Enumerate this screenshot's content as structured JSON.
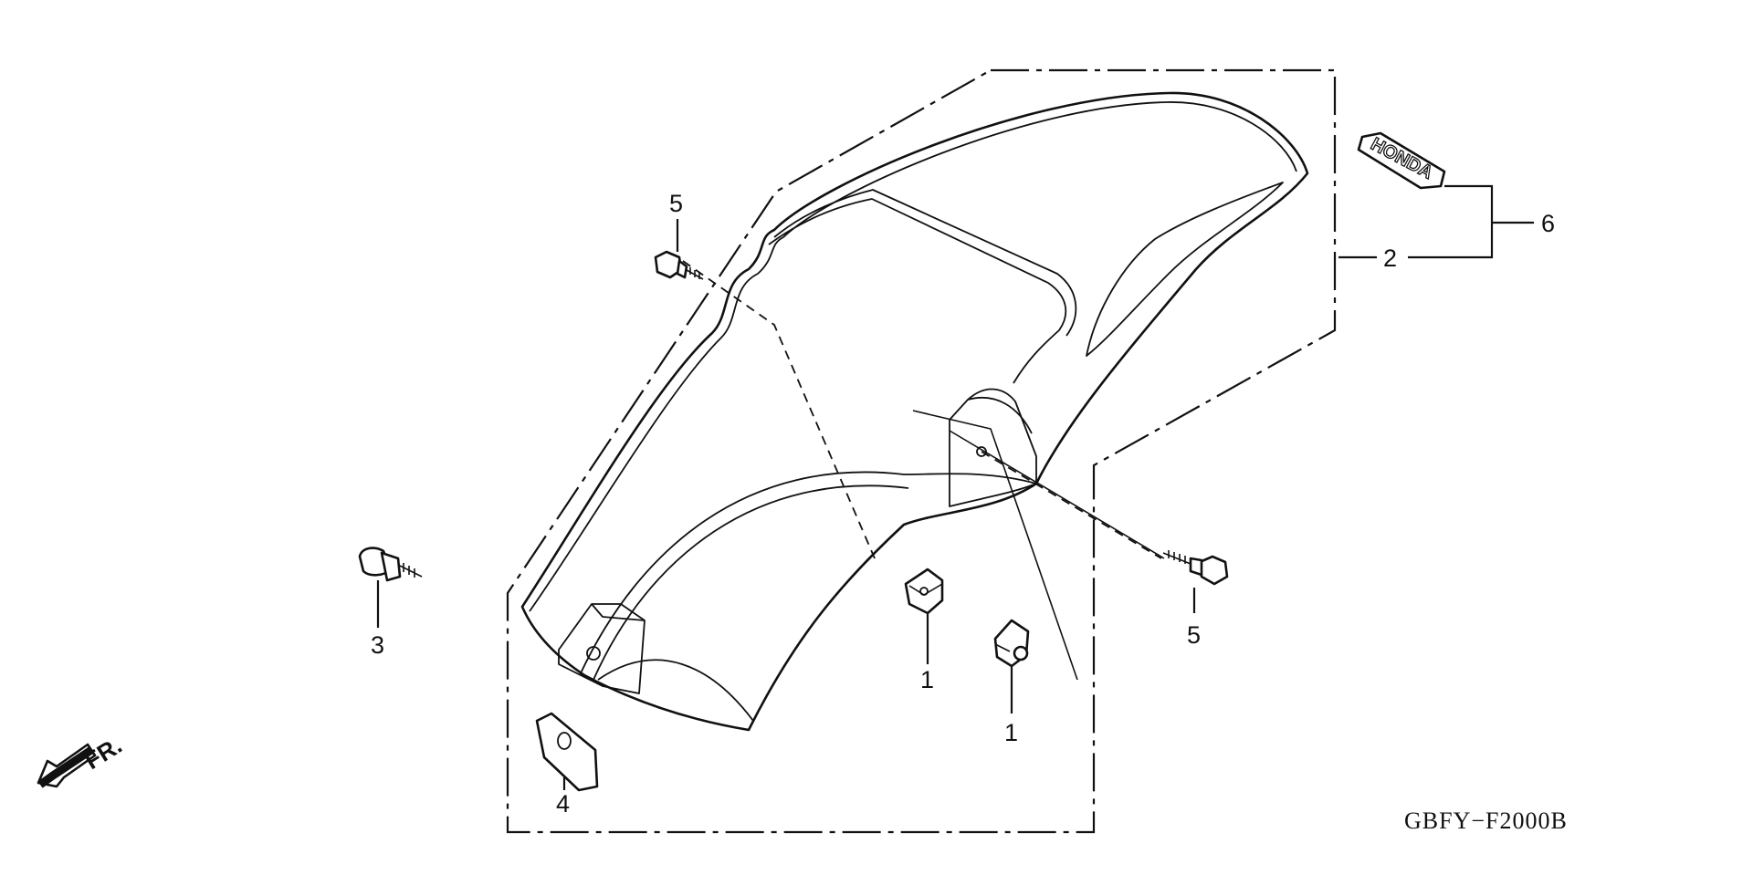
{
  "callouts": {
    "c1a": "1",
    "c1b": "1",
    "c2": "2",
    "c3": "3",
    "c4": "4",
    "c5a": "5",
    "c5b": "5",
    "c6": "6"
  },
  "direction": {
    "label": "FR."
  },
  "emblem": {
    "text": "HONDA"
  },
  "diagram_code": "GBFY−F2000B"
}
